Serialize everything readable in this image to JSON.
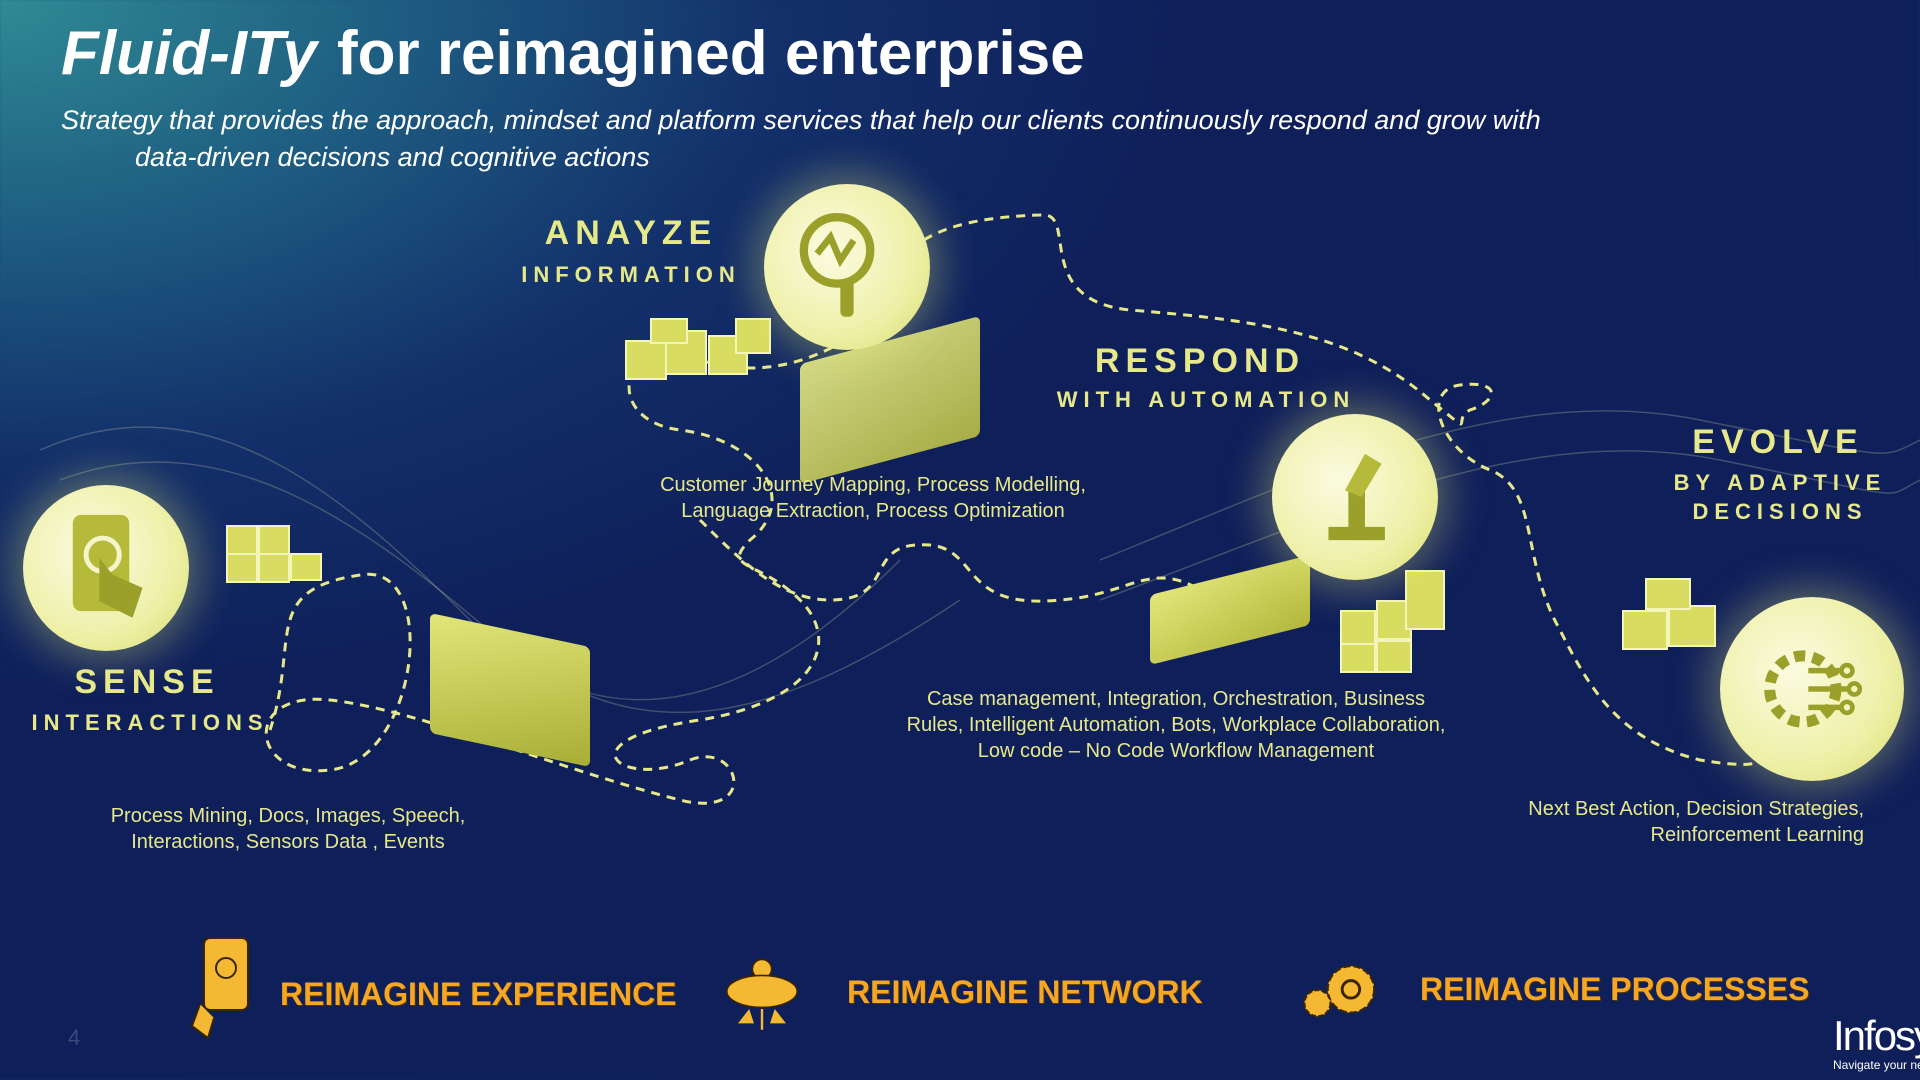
{
  "title": {
    "italic": "Fluid-ITy",
    "rest": "for reimagined enterprise"
  },
  "subtitle": {
    "line1": "Strategy that provides the approach, mindset and platform services that  help our clients continuously respond and grow with",
    "line2": "data-driven decisions and cognitive actions"
  },
  "stages": {
    "analyze": {
      "heading": "ANAYZE",
      "subheading": "INFORMATION",
      "icon": "magnifier-chart-icon",
      "lines": [
        "Customer Journey Mapping, Process Modelling,",
        "Language Extraction, Process Optimization"
      ]
    },
    "sense": {
      "heading": "SENSE",
      "subheading": "INTERACTIONS",
      "icon": "touch-phone-icon",
      "lines": [
        "Process Mining, Docs, Images, Speech,",
        "Interactions, Sensors Data , Events"
      ]
    },
    "respond": {
      "heading": "RESPOND",
      "subheading": "WITH AUTOMATION",
      "icon": "robot-arm-icon",
      "lines": [
        "Case management, Integration, Orchestration, Business",
        "Rules, Intelligent Automation, Bots, Workplace Collaboration,",
        "Low code – No Code Workflow Management"
      ]
    },
    "evolve": {
      "heading": "EVOLVE",
      "subheading1": "BY ADAPTIVE",
      "subheading2": "DECISIONS",
      "icon": "ai-brain-circuit-icon",
      "lines": [
        "Next Best Action, Decision Strategies,",
        "Reinforcement Learning"
      ]
    }
  },
  "bottom": [
    {
      "label": "REIMAGINE EXPERIENCE",
      "icon": "phone-user-icon"
    },
    {
      "label": "REIMAGINE NETWORK",
      "icon": "cloud-gear-icon"
    },
    {
      "label": "REIMAGINE PROCESSES",
      "icon": "gears-icon"
    }
  ],
  "page_number": "4",
  "logo": {
    "name": "Infosys",
    "tagline": "Navigate your next"
  },
  "colors": {
    "accent": "#e6e88a",
    "orange": "#f5a623",
    "background": "#0f1f5a"
  }
}
